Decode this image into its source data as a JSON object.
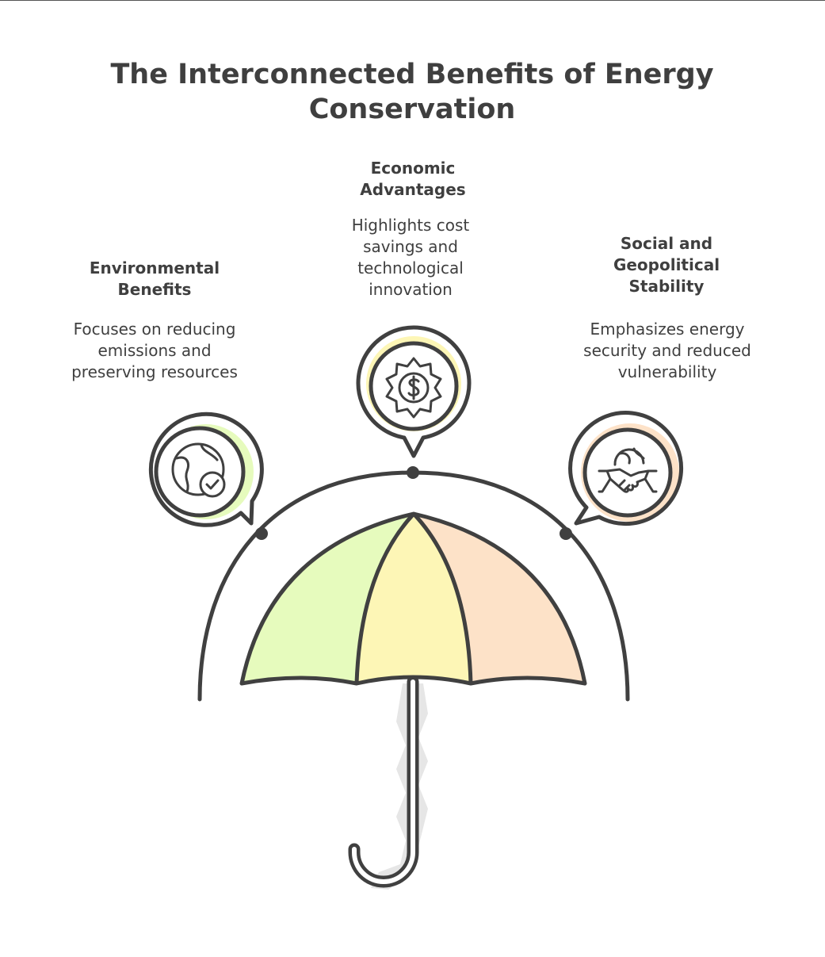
{
  "title_lines": [
    "The Interconnected Benefits of Energy",
    "Conservation"
  ],
  "colors": {
    "stroke": "#404040",
    "green": "#e6fbbd",
    "yellow": "#fdf6b6",
    "peach": "#fde2c8",
    "handle_shadow": "#e6e6e6"
  },
  "items": [
    {
      "key": "env",
      "heading_lines": [
        "Environmental",
        "Benefits"
      ],
      "desc_lines": [
        "Focuses on reducing",
        "emissions and",
        "preserving resources"
      ],
      "icon": "globe-check-icon",
      "color": "#e6fbbd"
    },
    {
      "key": "eco",
      "heading_lines": [
        "Economic",
        "Advantages"
      ],
      "desc_lines": [
        "Highlights cost",
        "savings and",
        "technological",
        "innovation"
      ],
      "icon": "gear-dollar-icon",
      "color": "#fdf6b6"
    },
    {
      "key": "soc",
      "heading_lines": [
        "Social and",
        "Geopolitical",
        "Stability"
      ],
      "desc_lines": [
        "Emphasizes energy",
        "security and reduced",
        "vulnerability"
      ],
      "icon": "globe-handshake-icon",
      "color": "#fde2c8"
    }
  ]
}
